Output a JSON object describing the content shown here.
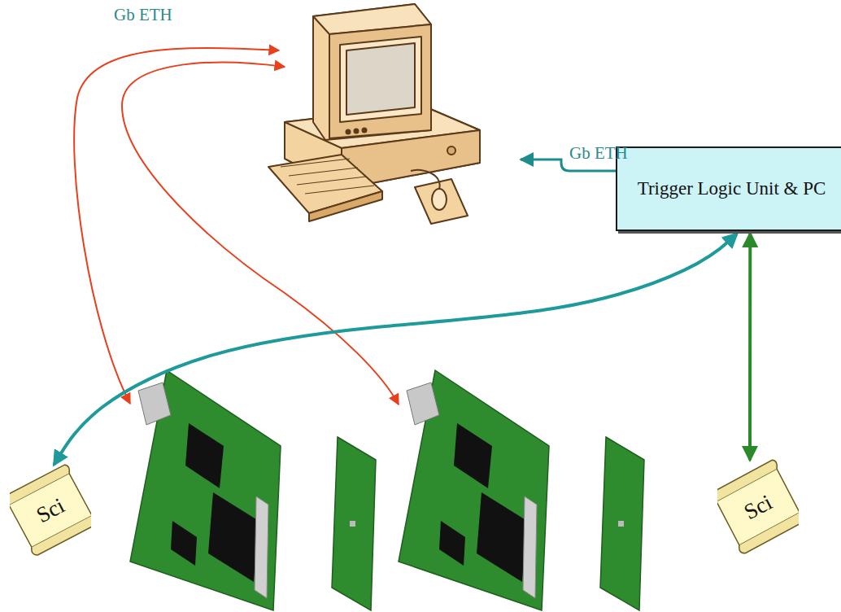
{
  "diagram": {
    "nodes": [
      {
        "text": [
          "Trigger Logic Unit & PC"
        ]
      },
      {
        "text": [
          "Sci"
        ]
      },
      {
        "text": [
          "Sci"
        ]
      }
    ],
    "edges": [
      {
        "from": 0,
        "to": 1,
        "arrow": "both"
      },
      {
        "from": 0,
        "to": 2,
        "arrow": "both"
      }
    ],
    "labels": [
      "Gb ETH",
      "Gb ETH"
    ]
  }
}
